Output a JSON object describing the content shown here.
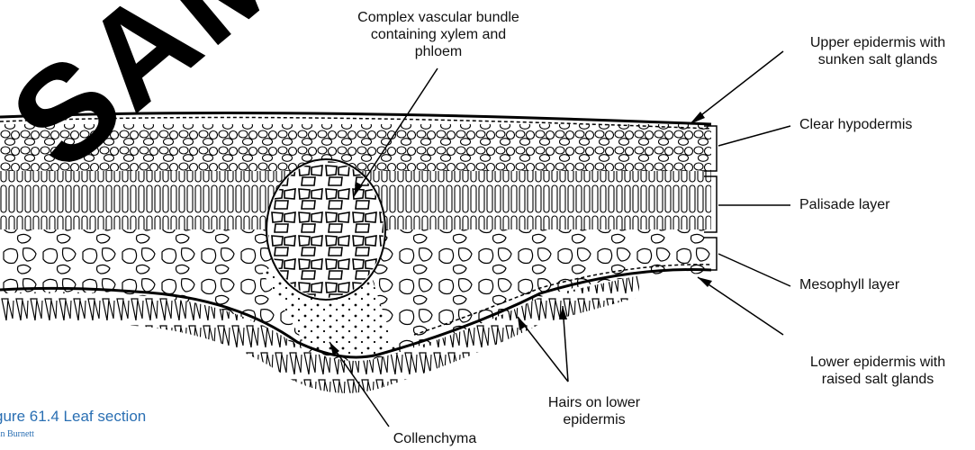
{
  "labels": {
    "vascular_bundle": "Complex vascular bundle\ncontaining xylem and\nphloem",
    "upper_epidermis": "Upper epidermis with\nsunken salt glands",
    "clear_hypodermis": "Clear hypodermis",
    "palisade_layer": "Palisade layer",
    "mesophyll_layer": "Mesophyll layer",
    "lower_epidermis": "Lower epidermis with\nraised salt glands",
    "hairs": "Hairs on lower\nepidermis",
    "collenchyma": "Collenchyma"
  },
  "caption": "gure 61.4  Leaf section",
  "credit": "an Burnett",
  "watermark": "SAMPLE",
  "colors": {
    "caption": "#2a6fb3",
    "ink": "#111111"
  }
}
